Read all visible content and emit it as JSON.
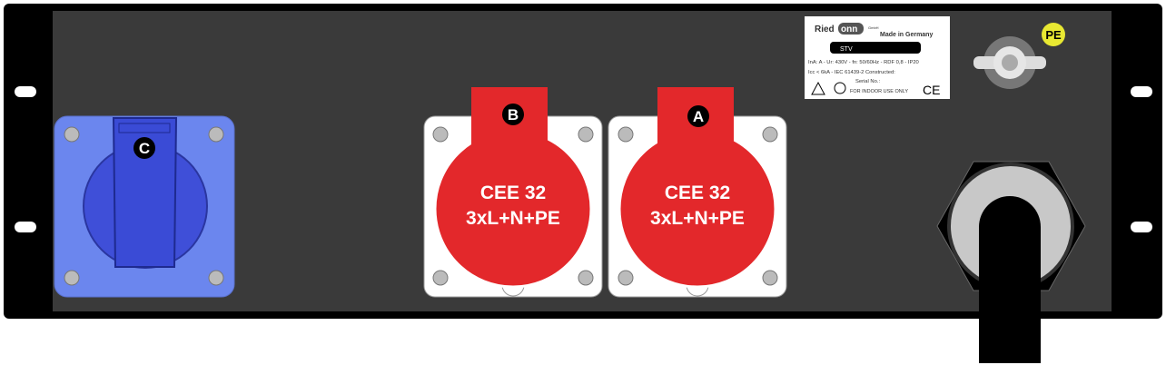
{
  "sockets": [
    {
      "id": "C",
      "letter": "C",
      "color": "#3f4fd8",
      "plate": "#6b86ee"
    },
    {
      "id": "B",
      "letter": "B",
      "line1": "CEE 32",
      "line2": "3xL+N+PE",
      "color": "#e3282b"
    },
    {
      "id": "A",
      "letter": "A",
      "line1": "CEE 32",
      "line2": "3xL+N+PE",
      "color": "#e3282b"
    }
  ],
  "label": {
    "brand_left": "Ried",
    "brand_right": "onn",
    "brand_suffix": "GmbH",
    "made_in": "Made in Germany",
    "type": "STV",
    "line1": "InA:   A - Ur: 430V - fn: 50/60Hz - RDF 0,8 - IP20",
    "line2": "Icc < 6kA - IEC 61439-2   Constructed:",
    "serial": "Serial No.:",
    "indoor": "FOR INDOOR USE ONLY",
    "ce": "CE"
  },
  "pe": {
    "text": "PE",
    "color": "#e8e832"
  },
  "colors": {
    "panel": "#000000",
    "face": "#3a3a3a"
  }
}
